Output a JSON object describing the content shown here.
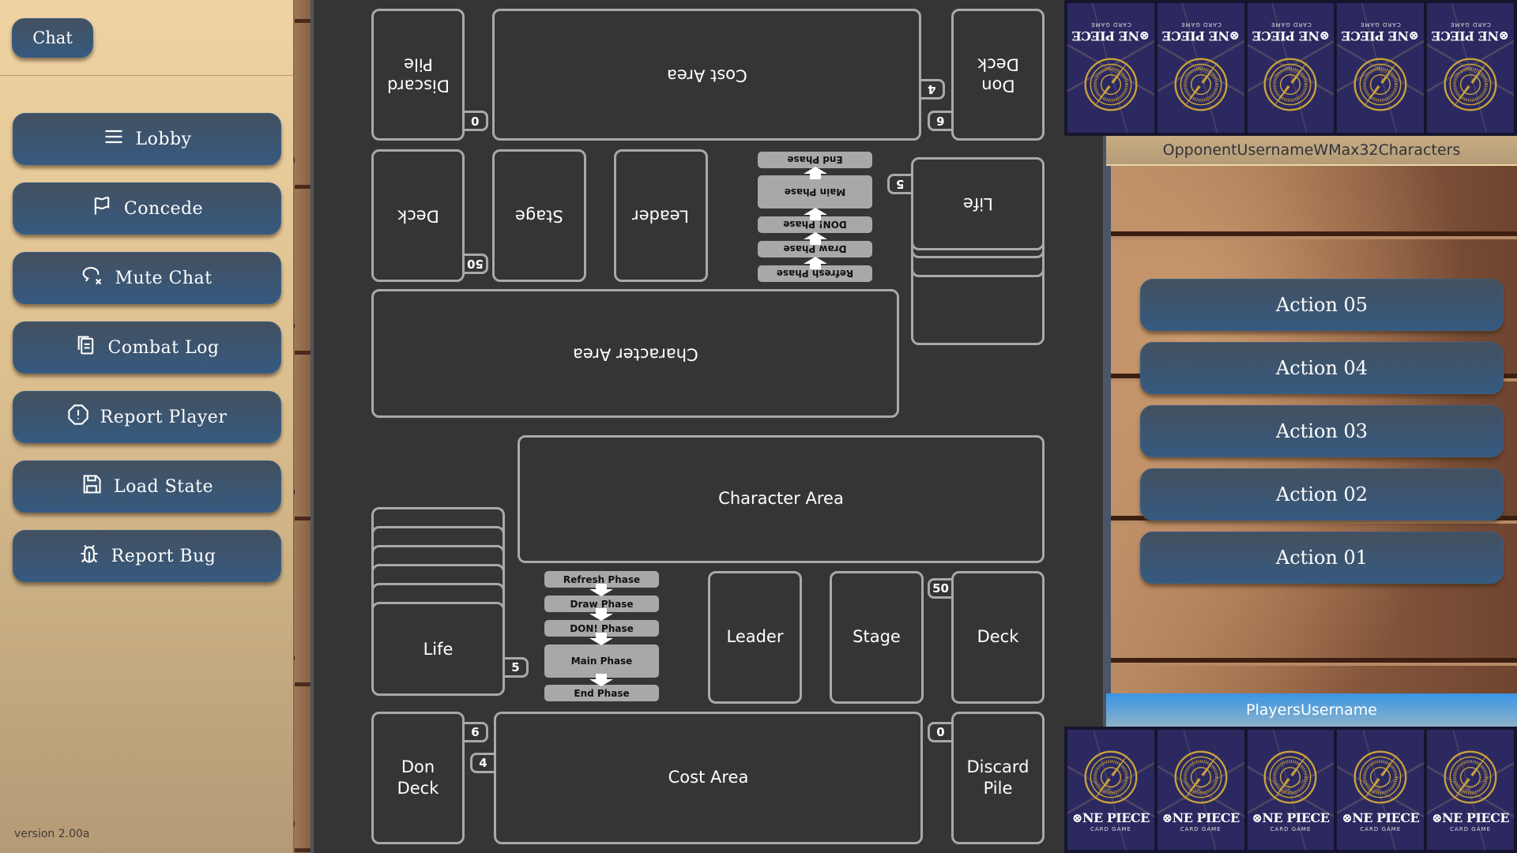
{
  "sidebar": {
    "chat_label": "Chat",
    "menu": [
      {
        "label": "Lobby",
        "icon": "menu-icon"
      },
      {
        "label": "Concede",
        "icon": "flag-icon"
      },
      {
        "label": "Mute Chat",
        "icon": "mute-chat-icon"
      },
      {
        "label": "Combat Log",
        "icon": "log-icon"
      },
      {
        "label": "Report Player",
        "icon": "alert-icon"
      },
      {
        "label": "Load State",
        "icon": "save-icon"
      },
      {
        "label": "Report Bug",
        "icon": "bug-icon"
      }
    ],
    "version": "version 2.00a"
  },
  "opponent": {
    "username": "OpponentUsernameWMax32Characters",
    "hand_count": 5,
    "zones": {
      "discard": "Discard\nPile",
      "cost": "Cost Area",
      "don_deck": "Don\nDeck",
      "deck": "Deck",
      "stage": "Stage",
      "leader": "Leader",
      "life": "Life",
      "character": "Character Area"
    },
    "counters": {
      "discard": "0",
      "deck": "50",
      "don_deck": "6",
      "cost": "4",
      "life": "5"
    },
    "phases": [
      "Refresh Phase",
      "Draw Phase",
      "DON! Phase",
      "Main Phase",
      "End Phase"
    ]
  },
  "player": {
    "username": "PlayersUsername",
    "hand_count": 5,
    "zones": {
      "character": "Character Area",
      "life": "Life",
      "leader": "Leader",
      "stage": "Stage",
      "deck": "Deck",
      "don_deck": "Don\nDeck",
      "cost": "Cost Area",
      "discard": "Discard\nPile"
    },
    "counters": {
      "deck": "50",
      "life": "5",
      "don_deck": "6",
      "cost": "4",
      "discard": "0"
    },
    "phases": [
      "Refresh Phase",
      "Draw Phase",
      "DON! Phase",
      "Main Phase",
      "End Phase"
    ]
  },
  "card_back": {
    "brand": "ONE PIECE",
    "sub": "CARD GAME"
  },
  "actions": [
    "Action 05",
    "Action 04",
    "Action 03",
    "Action 02",
    "Action 01"
  ],
  "colors": {
    "button": "#3a5f86",
    "board": "#353535",
    "zone_border": "#a9a9a9",
    "player_bar": "#3a95e6",
    "card_back": "#2b2960",
    "card_gold": "#c9a23c"
  }
}
